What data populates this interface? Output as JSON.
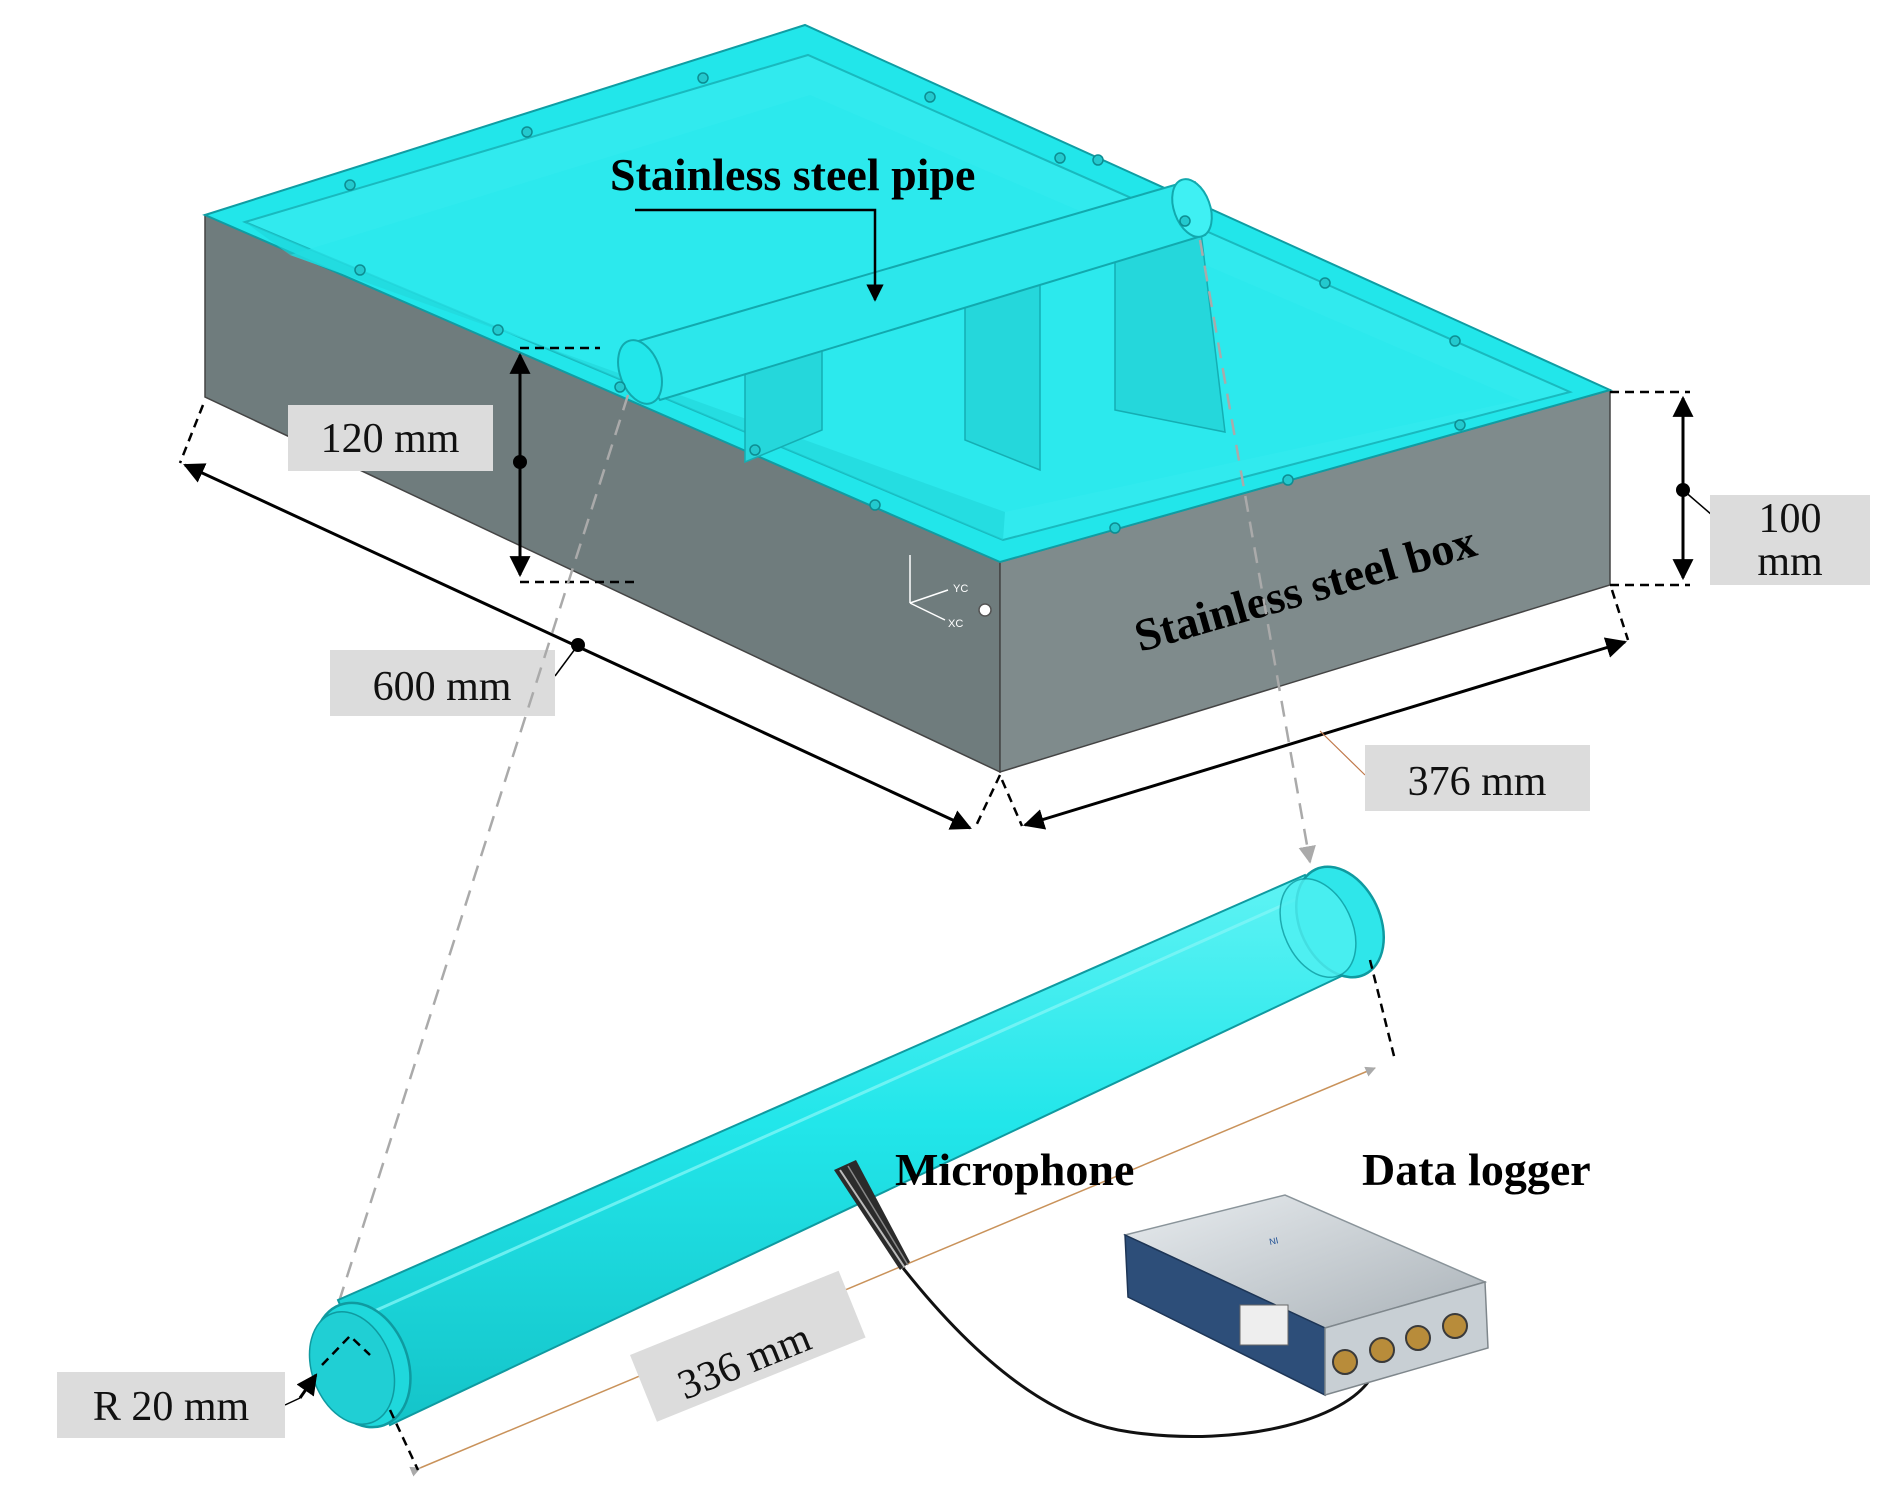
{
  "labels": {
    "pipe_title": "Stainless steel pipe",
    "box_title": "Stainless steel box",
    "microphone": "Microphone",
    "data_logger": "Data logger"
  },
  "dimensions": {
    "height_pipe_center": "120 mm",
    "box_height_line1": "100",
    "box_height_line2": "mm",
    "box_length": "600 mm",
    "box_width": "376 mm",
    "pipe_length": "336 mm",
    "pipe_radius": "R 20 mm"
  },
  "axis_labels": {
    "yc": "YC",
    "xc": "XC"
  },
  "colors": {
    "cyan": "#22e6ea",
    "cyan_dark": "#11b7bd",
    "box_side": "#6f7c7d",
    "box_side_right": "#7f8b8c",
    "label_bg": "#dcdcdc"
  },
  "icons": {
    "logger": "data-logger-device-icon",
    "microphone": "microphone-icon"
  }
}
